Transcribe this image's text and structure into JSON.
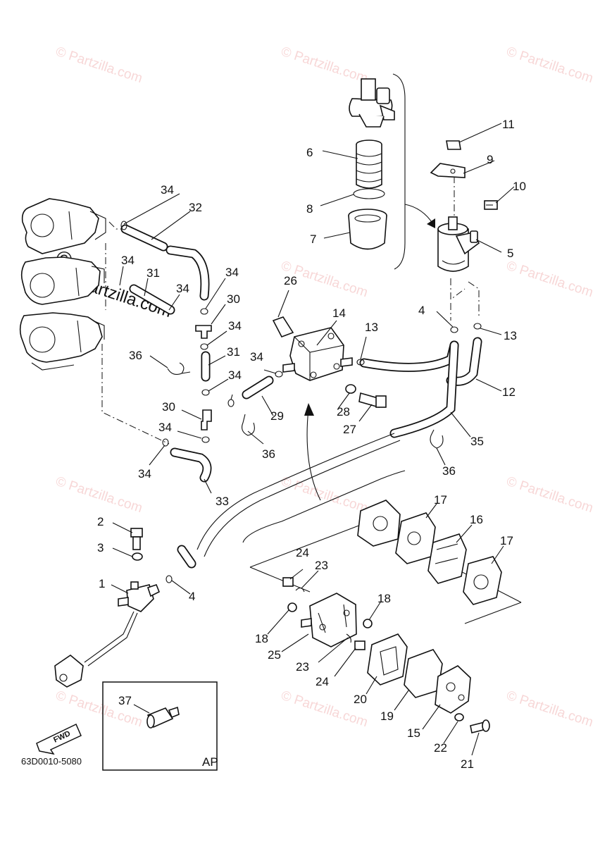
{
  "diagram": {
    "code": "63D0010-5080",
    "inset_label": "AP",
    "fwd_label": "FWD",
    "watermark": "© Partzilla.com",
    "callouts": {
      "c1": "1",
      "c2": "2",
      "c3": "3",
      "c4a": "4",
      "c4b": "4",
      "c5": "5",
      "c6": "6",
      "c7": "7",
      "c8": "8",
      "c9": "9",
      "c10": "10",
      "c11": "11",
      "c12": "12",
      "c13a": "13",
      "c13b": "13",
      "c14": "14",
      "c15": "15",
      "c16": "16",
      "c17a": "17",
      "c17b": "17",
      "c18a": "18",
      "c18b": "18",
      "c19": "19",
      "c20": "20",
      "c21": "21",
      "c22": "22",
      "c23a": "23",
      "c23b": "23",
      "c24a": "24",
      "c24b": "24",
      "c25": "25",
      "c26": "26",
      "c27": "27",
      "c28": "28",
      "c29": "29",
      "c30a": "30",
      "c30b": "30",
      "c31a": "31",
      "c31b": "31",
      "c32": "32",
      "c33": "33",
      "c34a": "34",
      "c34b": "34",
      "c34c": "34",
      "c34d": "34",
      "c34e": "34",
      "c34f": "34",
      "c34g": "34",
      "c34h": "34",
      "c34i": "34",
      "c35": "35",
      "c36a": "36",
      "c36b": "36",
      "c36c": "36",
      "c37": "37"
    }
  }
}
